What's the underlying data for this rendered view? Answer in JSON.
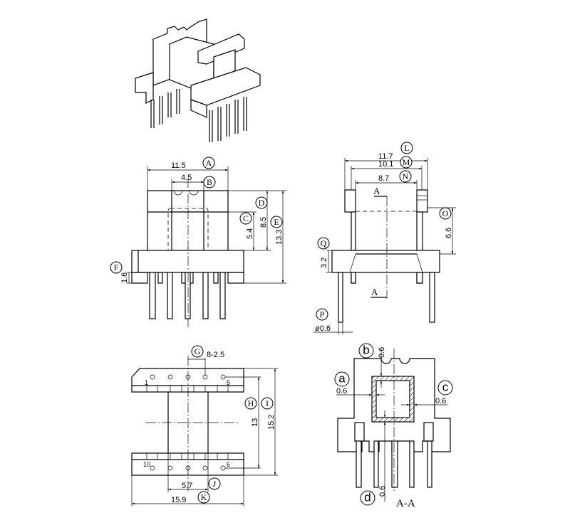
{
  "views": {
    "front": {
      "dims": {
        "A": "11.5",
        "B": "4.5",
        "C": "5.4",
        "D": "8.5",
        "E": "13.3",
        "F": "1.6"
      },
      "labels": {
        "A": "A",
        "B": "B",
        "C": "C",
        "D": "D",
        "E": "E",
        "F": "F"
      }
    },
    "side": {
      "dims": {
        "L": "11.7",
        "M": "10.1",
        "N": "8.7",
        "O": "6.6",
        "Q": "3.2",
        "P": "ø0.6"
      },
      "labels": {
        "L": "L",
        "M": "M",
        "N": "N",
        "O": "O",
        "Q": "Q",
        "P": "P"
      },
      "section_mark": "A"
    },
    "bottom": {
      "dims": {
        "G": "8-2.5",
        "H": "13",
        "I": "15.2",
        "J": "5.7",
        "K": "15.9"
      },
      "labels": {
        "G": "G",
        "H": "H",
        "I": "I",
        "J": "J",
        "K": "K"
      },
      "pins": {
        "p1": "1",
        "p5": "5",
        "p10": "10",
        "p6": "6"
      }
    },
    "section": {
      "title": "A-A",
      "dims": {
        "a": "0.6",
        "b": "0.6",
        "c": "0.6",
        "d": "0.6"
      },
      "labels": {
        "a": "a",
        "b": "b",
        "c": "c",
        "d": "d"
      }
    }
  }
}
